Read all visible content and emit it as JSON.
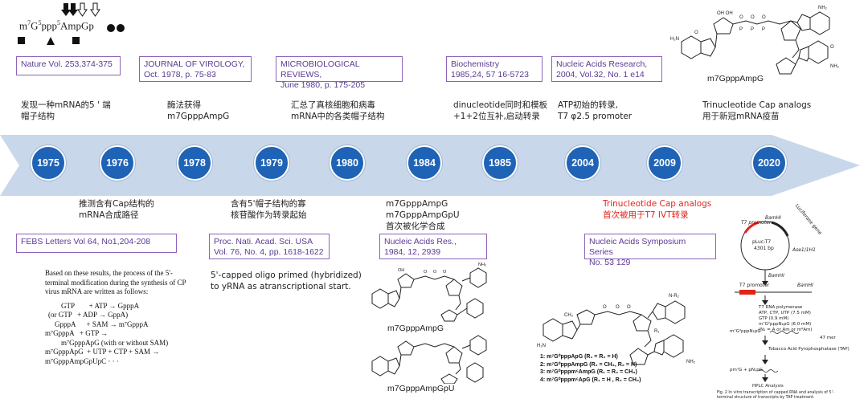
{
  "cap_formula": {
    "base": "m",
    "sup1": "7",
    "g1": "G",
    "sup2": "5",
    "ppp": "ppp",
    "sup3": "5",
    "rest": "AmpGp"
  },
  "years": [
    "1975",
    "1976",
    "1978",
    "1979",
    "1980",
    "1984",
    "1985",
    "2004",
    "2009",
    "2020"
  ],
  "top_refs": [
    {
      "l1": "Nature Vol. 253,374-375",
      "l2": ""
    },
    {
      "l1": "JOURNAL OF VIROLOGY,",
      "l2": "Oct. 1978, p. 75-83"
    },
    {
      "l1": "MICROBIOLOGICAL REVIEWS,",
      "l2": "June 1980, p. 175-205"
    },
    {
      "l1": "Biochemistry",
      "l2": "1985,24, 57 16-5723"
    },
    {
      "l1": "Nucleic Acids Research,",
      "l2": "2004, Vol.32, No. 1 e14"
    }
  ],
  "top_events": [
    {
      "l1": "发现一种mRNA的5 ' 端",
      "l2": "帽子结构"
    },
    {
      "l1": "酶法获得",
      "l2": "m7GpppAmpG"
    },
    {
      "l1": "汇总了真核细胞和病毒",
      "l2": "mRNA中的各类帽子结构"
    },
    {
      "l1": "dinucleotide同时和模板",
      "l2": "+1+2位互补,启动转录"
    },
    {
      "l1": "ATP初始的转录,",
      "l2": "T7 φ2.5 promoter"
    },
    {
      "l1": "Trinucleotide Cap analogs",
      "l2": "用于新冠mRNA疫苗"
    }
  ],
  "bottom_events": [
    {
      "l1": "推测含有Cap结构的",
      "l2": "mRNA合成路径"
    },
    {
      "l1": "含有5'帽子结构的寡",
      "l2": "核苷酸作为转录起始"
    },
    {
      "l1": "m7GpppAmpG",
      "l2": "m7GpppAmpGpU",
      "l3": "首次被化学合成"
    },
    {
      "l1": "Trinucleotide Cap analogs",
      "l2": "首次被用于T7 IVT转录"
    }
  ],
  "bottom_refs": [
    {
      "l1": "FEBS Letters Vol 64, No1,204-208",
      "l2": ""
    },
    {
      "l1": "Proc. Nati. Acad. Sci. USA",
      "l2": "Vol. 76, No. 4, pp. 1618-1622"
    },
    {
      "l1": "Nucleic Acids Res.,",
      "l2": "1984, 12, 2939"
    },
    {
      "l1": "Nucleic Acids Symposium Series",
      "l2": "No. 53 129"
    }
  ],
  "febs_text": {
    "intro1": "Based on these results, the process of the 5'-",
    "intro2": "terminal modification during the synthesis of CP",
    "intro3": "virus mRNA are written as follows:",
    "r1": "GTP        + ATP → GpppA",
    "r2": "(or GTP   + ADP → GppA)",
    "r3": "GpppA      + SAM → m⁷GpppA",
    "r4": "m⁷GpppA   + GTP →",
    "r5": "m⁷GpppApG (with or without SAM)",
    "r6": "m⁷GpppApG  + UTP + CTP + SAM →",
    "r7": "m⁷GpppAmpGpUpC · · ·"
  },
  "pnas_text": {
    "l1": "5'-capped oligo primed (hybridized)",
    "l2": "to yRNA as atranscriptional start."
  },
  "chem_labels": {
    "top_right": "m7GpppAmpG",
    "mid1": "m7GpppAmpG",
    "mid2": "m7GpppAmpGpU"
  },
  "compound_list": [
    "1: m⁷G⁰pppApG (R₁ = R₂ = H)",
    "2: m⁷G⁰pppAmpG (R₁ = CH₃, R₂ = H)",
    "3: m⁷G⁰pppm⁶AmpG (R₁ = R₂ = CH₃)",
    "4: m⁷G⁰pppm⁶ApG (R₁ = H , R₂ = CH₃)"
  ],
  "plasmid": {
    "promoter": "T7 promoter",
    "bamhi": "BamHI",
    "name": "pLuc-T7",
    "size": "4301 bp",
    "luciferase": "Luciferase gene",
    "asei": "Ase1/1H1",
    "bamhi2": "BamHI",
    "promoter2": "T7 promoter",
    "bamhi3": "BamHI",
    "rnap": "T7 RNA polymerase",
    "ntps": "ATP, CTP, UTP (7.5 mM)",
    "gtp": "GTP (0.9 mM)",
    "cap": "m⁷G²pppN₁pG (6.0 mM)",
    "n": "(N₁ = A or Am or m⁶Am)",
    "product": "m⁷G⁰pppN₁pG",
    "mer": "47 mer",
    "tap": "Tobacco Acid Pyrophosphatase (TAP)",
    "product2": "pm⁷G  +  pN₁pG",
    "hplc": "HPLC Analysis",
    "caption1": "Fig. 2 In vitro transcription of capped RNA and analysis of 5'-",
    "caption2": "terminal structure of transcripts by TAP treatment."
  },
  "colors": {
    "arrow": "#c9d7ea",
    "circle": "#1f63b6",
    "ref_border": "#8e63b8",
    "ref_text": "#5b3a93",
    "highlight": "#e2231a"
  }
}
